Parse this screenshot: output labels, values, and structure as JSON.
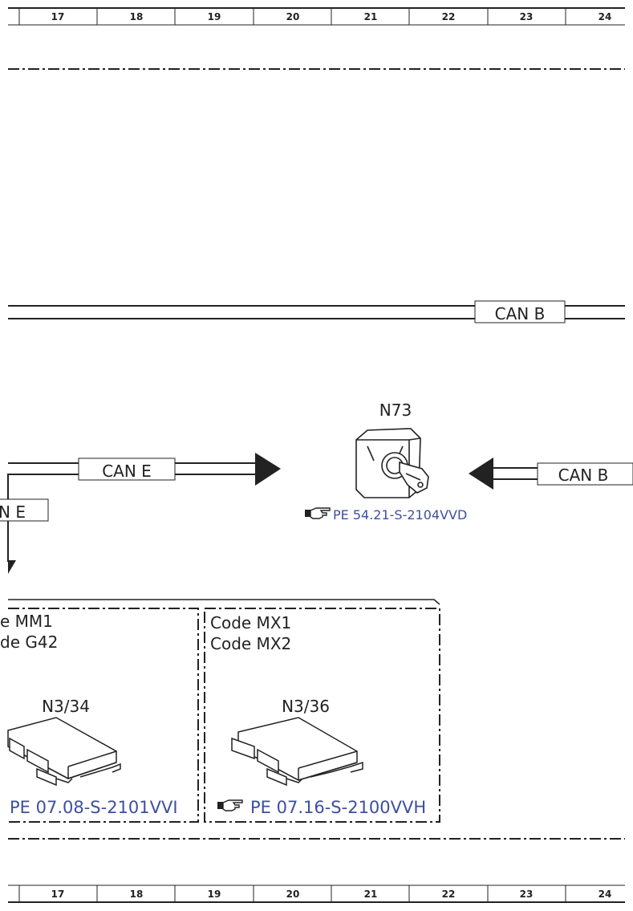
{
  "grid_columns": [
    "17",
    "18",
    "19",
    "20",
    "21",
    "22",
    "23",
    "24"
  ],
  "bus_labels": {
    "can_b_top": "CAN B",
    "can_e_left": "CAN E",
    "can_e_partial": "N E",
    "can_b_right": "CAN B"
  },
  "components": {
    "n73": {
      "label": "N73",
      "ref": "PE 54.21-S-2104VVD"
    },
    "n3_34": {
      "label": "N3/34",
      "code1": "e MM1",
      "code2": "de G42",
      "ref": "PE 07.08-S-2101VVI"
    },
    "n3_36": {
      "label": "N3/36",
      "code1": "Code MX1",
      "code2": "Code MX2",
      "ref": "PE 07.16-S-2100VVH"
    }
  },
  "icons": {
    "hand": "pointing-hand-icon",
    "switch": "ignition-switch-icon",
    "module": "control-module-icon"
  }
}
